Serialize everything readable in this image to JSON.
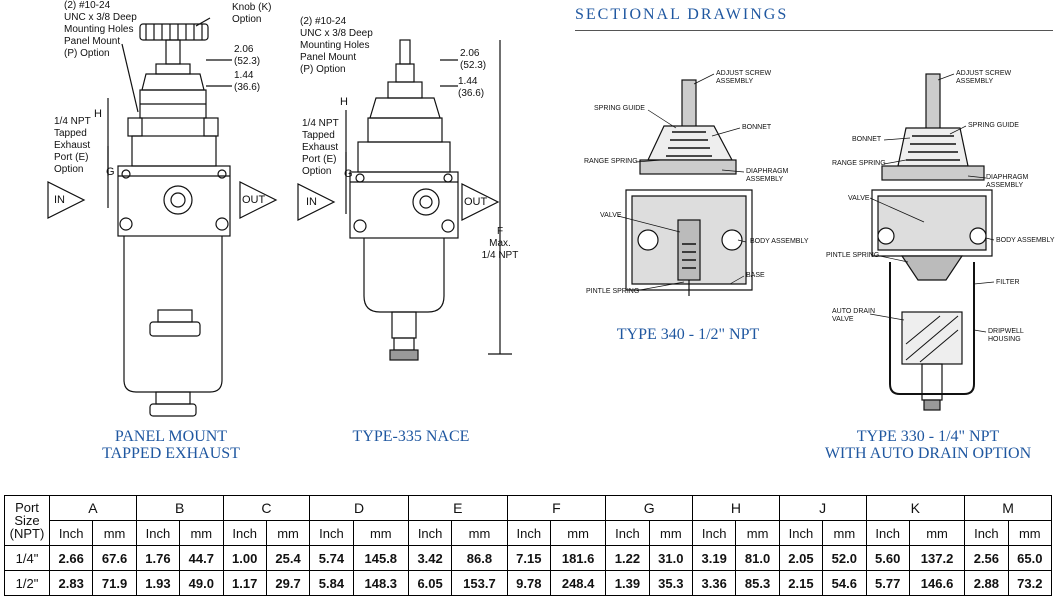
{
  "section_title": "SECTIONAL DRAWINGS",
  "captions": {
    "panel_mount_line1": "PANEL MOUNT",
    "panel_mount_line2": "TAPPED EXHAUST",
    "type335": "TYPE-335 NACE",
    "type340": "TYPE 340 - 1/2\" NPT",
    "type330_line1": "TYPE 330 - 1/4\" NPT",
    "type330_line2": "WITH AUTO DRAIN OPTION"
  },
  "drawing1": {
    "holes_lines": [
      "(2) #10-24",
      "UNC x 3/8 Deep",
      "Mounting Holes",
      "Panel Mount",
      "(P) Option"
    ],
    "knob_lines": [
      "Knob (K)",
      "Option"
    ],
    "exhaust_lines": [
      "1/4 NPT",
      "Tapped",
      "Exhaust",
      "Port (E)",
      "Option"
    ],
    "dim_206": [
      "2.06",
      "(52.3)"
    ],
    "dim_144": [
      "1.44",
      "(36.6)"
    ],
    "h": "H",
    "g": "G",
    "in": "IN",
    "out": "OUT"
  },
  "drawing2": {
    "holes_lines": [
      "(2) #10-24",
      "UNC x 3/8 Deep",
      "Mounting Holes",
      "Panel Mount",
      "(P) Option"
    ],
    "exhaust_lines": [
      "1/4 NPT",
      "Tapped",
      "Exhaust",
      "Port (E)",
      "Option"
    ],
    "dim_206": [
      "2.06",
      "(52.3)"
    ],
    "dim_144": [
      "1.44",
      "(36.6)"
    ],
    "h": "H",
    "g": "G",
    "in": "IN",
    "out": "OUT",
    "f_lines": [
      "F",
      "Max.",
      "1/4 NPT"
    ]
  },
  "type340_labels": {
    "adjust_screw": [
      "ADJUST SCREW",
      "ASSEMBLY"
    ],
    "spring_guide": "SPRING GUIDE",
    "bonnet": "BONNET",
    "range_spring": "RANGE SPRING",
    "diaphragm": [
      "DIAPHRAGM",
      "ASSEMBLY"
    ],
    "valve": "VALVE",
    "body": "BODY ASSEMBLY",
    "base": "BASE",
    "pintle": "PINTLE SPRING"
  },
  "type330_labels": {
    "adjust_screw": [
      "ADJUST SCREW",
      "ASSEMBLY"
    ],
    "bonnet": "BONNET",
    "spring_guide": "SPRING GUIDE",
    "range_spring": "RANGE SPRING",
    "diaphragm": [
      "DIAPHRAGM",
      "ASSEMBLY"
    ],
    "valve": "VALVE",
    "body": "BODY ASSEMBLY",
    "pintle": "PINTLE SPRING",
    "filter": "FILTER",
    "auto_drain": [
      "AUTO DRAIN",
      "VALVE"
    ],
    "dripwell": [
      "DRIPWELL",
      "HOUSING"
    ]
  },
  "table": {
    "port_header": [
      "Port",
      "Size",
      "(NPT)"
    ],
    "letters": [
      "A",
      "B",
      "C",
      "D",
      "E",
      "F",
      "G",
      "H",
      "J",
      "K",
      "M"
    ],
    "unit_inch": "Inch",
    "unit_mm": "mm",
    "rows": [
      {
        "port": "1/4\"",
        "values": [
          "2.66",
          "67.6",
          "1.76",
          "44.7",
          "1.00",
          "25.4",
          "5.74",
          "145.8",
          "3.42",
          "86.8",
          "7.15",
          "181.6",
          "1.22",
          "31.0",
          "3.19",
          "81.0",
          "2.05",
          "52.0",
          "5.60",
          "137.2",
          "2.56",
          "65.0"
        ]
      },
      {
        "port": "1/2\"",
        "values": [
          "2.83",
          "71.9",
          "1.93",
          "49.0",
          "1.17",
          "29.7",
          "5.84",
          "148.3",
          "6.05",
          "153.7",
          "9.78",
          "248.4",
          "1.39",
          "35.3",
          "3.36",
          "85.3",
          "2.15",
          "54.6",
          "5.77",
          "146.6",
          "2.88",
          "73.2"
        ]
      }
    ]
  }
}
